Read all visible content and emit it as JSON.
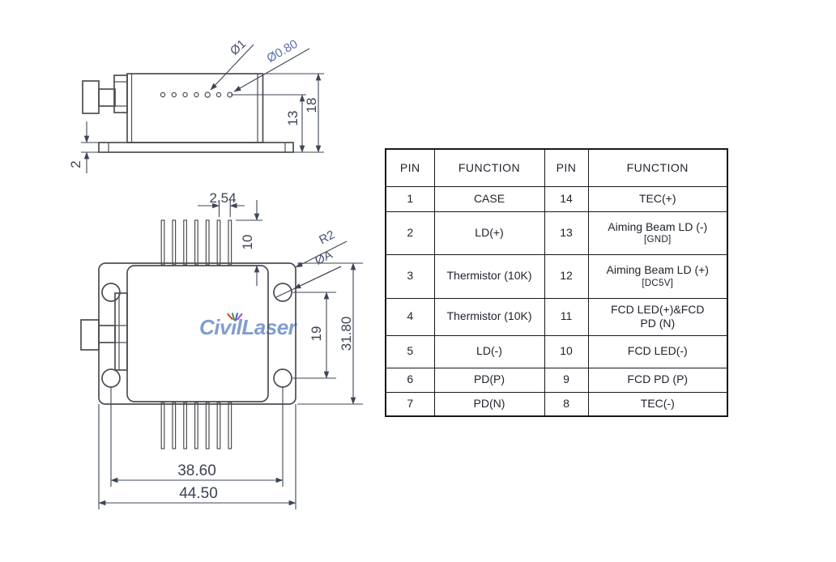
{
  "watermark": {
    "text": "CivilLaser",
    "color": "#6487c8"
  },
  "side_view": {
    "dims": {
      "hole_dia_large": "Ø1",
      "hole_dia_small": "Ø0.80",
      "pin_row_height": "13",
      "total_height": "18",
      "base_thickness": "2"
    }
  },
  "top_view": {
    "dims": {
      "pin_pitch": "2.54",
      "pin_length": "10",
      "corner_radius": "R2",
      "mount_hole_dia": "ØA",
      "hole_v_spacing": "19",
      "body_height": "31.80",
      "hole_h_spacing": "38.60",
      "overall_width": "44.50"
    }
  },
  "pin_table": {
    "headers": [
      "PIN",
      "FUNCTION",
      "PIN",
      "FUNCTION"
    ],
    "rows": [
      {
        "pin_l": "1",
        "fn_l": "CASE",
        "pin_r": "14",
        "fn_r": "TEC(+)"
      },
      {
        "pin_l": "2",
        "fn_l": "LD(+)",
        "pin_r": "13",
        "fn_r": "Aiming Beam  LD (-)",
        "fn_r2": "[GND]"
      },
      {
        "pin_l": "3",
        "fn_l": "Thermistor (10K)",
        "pin_r": "12",
        "fn_r": "Aiming Beam LD (+)",
        "fn_r2": "[DC5V]"
      },
      {
        "pin_l": "4",
        "fn_l": "Thermistor (10K)",
        "pin_r": "11",
        "fn_r": "FCD LED(+)&FCD",
        "fn_r2": "PD (N)"
      },
      {
        "pin_l": "5",
        "fn_l": "LD(-)",
        "pin_r": "10",
        "fn_r": "FCD LED(-)"
      },
      {
        "pin_l": "6",
        "fn_l": "PD(P)",
        "pin_r": "9",
        "fn_r": "FCD PD (P)"
      },
      {
        "pin_l": "7",
        "fn_l": "PD(N)",
        "pin_r": "8",
        "fn_r": "TEC(-)"
      }
    ]
  }
}
